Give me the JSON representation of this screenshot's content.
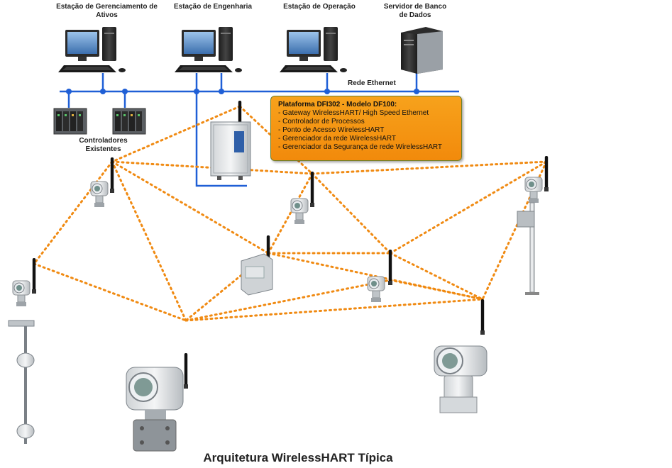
{
  "labels": {
    "asset_station": "Estação de Gerenciamento de Ativos",
    "eng_station": "Estação de Engenharia",
    "op_station": "Estação de Operação",
    "db_server": "Servidor de Banco de Dados",
    "ethernet": "Rede Ethernet",
    "controllers": "Controladores Existentes"
  },
  "callout": {
    "title": "Plataforma DFI302 - Modelo DF100:",
    "items": [
      "Gateway WirelessHART/ High Speed Ethernet",
      "Controlador de Processos",
      "Ponto de Acesso WirelessHART",
      "Gerenciador da rede WirelessHART",
      "Gerenciador da Segurança de rede WirelessHART"
    ]
  },
  "caption": "Arquitetura WirelessHART Típica",
  "colors": {
    "ethernet": "#1f5fd6",
    "wireless_link": "#f08a12",
    "callout_fill": "#f59a16",
    "callout_border": "#6d7f2a"
  },
  "icons": [
    "workstation-icon",
    "server-tower-icon",
    "controller-rack-icon",
    "gateway-cabinet-icon",
    "wireless-transmitter-icon",
    "antenna-icon",
    "level-probe-icon",
    "adapter-box-icon"
  ]
}
